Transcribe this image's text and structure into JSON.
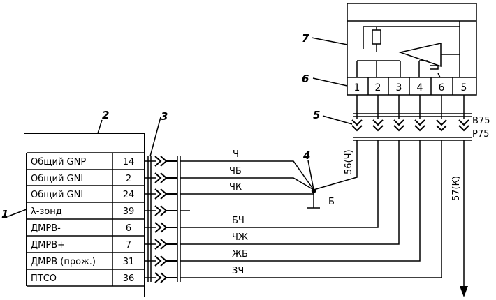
{
  "callouts": {
    "c1": "1",
    "c2": "2",
    "c3": "3",
    "c4": "4",
    "c5": "5",
    "c6": "6",
    "c7": "7"
  },
  "ecu_rows": [
    {
      "name": "Общий GNP",
      "pin": "14"
    },
    {
      "name": "Общий GNI",
      "pin": "2"
    },
    {
      "name": "Общий GNI",
      "pin": "24"
    },
    {
      "name": "λ-зонд",
      "pin": "39"
    },
    {
      "name": "ДМРВ-",
      "pin": "6"
    },
    {
      "name": "ДМРВ+",
      "pin": "7"
    },
    {
      "name": "ДМРВ (прож.)",
      "pin": "31"
    },
    {
      "name": "ПТСО",
      "pin": "36"
    }
  ],
  "wires": {
    "w0": "Ч",
    "w1": "ЧБ",
    "w2": "ЧК",
    "w4": "БЧ",
    "w5": "ЧЖ",
    "w6": "ЖБ",
    "w7": "ЗЧ"
  },
  "sensor_pins": [
    "1",
    "2",
    "3",
    "4",
    "6",
    "5"
  ],
  "ground_label": "Б",
  "vertical_labels": {
    "left": "56(Ч)",
    "right": "57(К)"
  },
  "connector_codes": {
    "top": "В75",
    "bottom": "Р75"
  }
}
